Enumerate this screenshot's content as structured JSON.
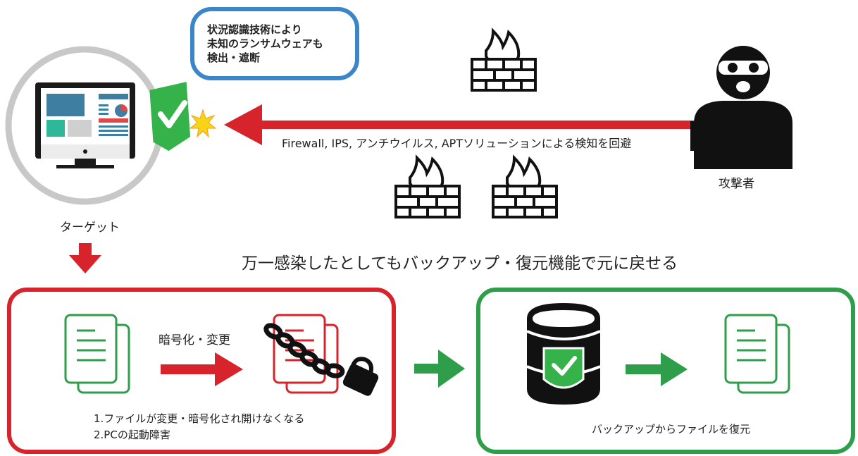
{
  "callout": {
    "line1": "状況認識技術により",
    "line2": "未知のランサムウェアも",
    "line3": "検出・遮断"
  },
  "firewall_caption": "Firewall, IPS, アンチウイルス, APTソリューションによる検知を回避",
  "attacker_label": "攻撃者",
  "target_label": "ターゲット",
  "headline": "万一感染したとしてもバックアップ・復元機能で元に戻せる",
  "encrypt_label": "暗号化・変更",
  "consequences": {
    "item1": "1.ファイルが変更・暗号化され開けなくなる",
    "item2": "2.PCの起動障害"
  },
  "restore_label": "バックアップからファイルを復元",
  "colors": {
    "red": "#d7242c",
    "green": "#2e9e4b",
    "blue": "#3a86c8",
    "gray": "#c8c8c8",
    "shield_green": "#35b34a",
    "star_yellow": "#f7d417"
  }
}
